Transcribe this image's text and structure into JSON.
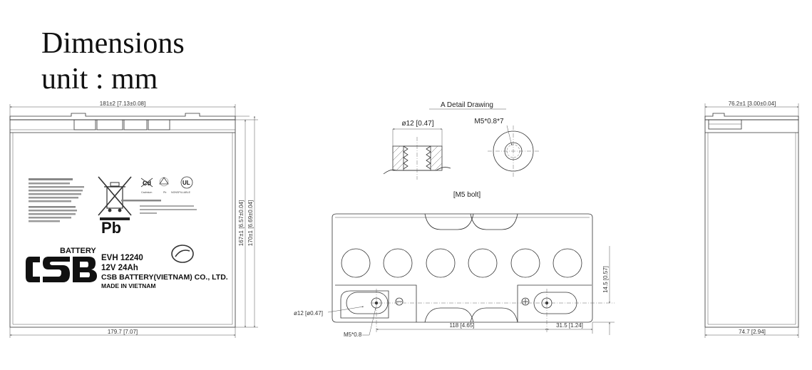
{
  "heading": {
    "line1": "Dimensions",
    "line2": "unit : mm"
  },
  "front": {
    "width_top": "181±2 [7.13±0.08]",
    "width_bottom": "179.7 [7.07]",
    "height_total": "167±1 [6.57±0.04]",
    "height_case": "170±1 [6.69±0.04]",
    "model": "EVH 12240",
    "rating": "12V 24Ah",
    "maker": "CSB BATTERY(VIETNAM) CO., LTD.",
    "origin": "MADE IN VIETNAM",
    "logo_text": "BATTERY",
    "pb": "Pb",
    "cd_label": "Cadmium",
    "pb_small": "Pb",
    "nonspill": "NONSPILLABLE"
  },
  "detail": {
    "title": "A Detail Drawing",
    "dia": "ø12 [0.47]",
    "thread": "M5*0.8*7",
    "bolt": "[M5 bolt]"
  },
  "top": {
    "terminal_dia": "ø12 [ø0.47]",
    "thread": "M5*0.8",
    "pitch": "118 [4.65]",
    "offset": "31.5 [1.24]",
    "height": "14.5 [0.57]"
  },
  "side": {
    "width_top": "76.2±1 [3.00±0.04]",
    "width_bottom": "74.7 [2.94]"
  }
}
